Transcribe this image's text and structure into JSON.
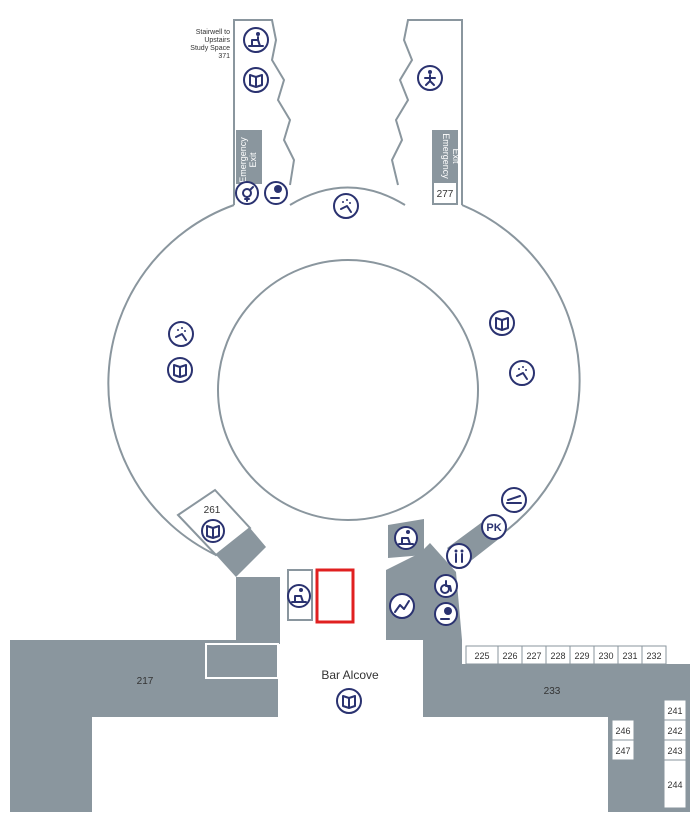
{
  "colors": {
    "wall": "#8a969e",
    "room": "#8a969e",
    "outline": "#8a969e",
    "icon": "#2a3270",
    "highlight": "#e02020"
  },
  "labels": {
    "stairwell_note": [
      "Stairwell to",
      "Upstairs",
      "Study Space",
      "371"
    ],
    "emergency_exit_left": [
      "Emergency",
      "Exit"
    ],
    "emergency_exit_right": [
      "Emergency",
      "Exit"
    ],
    "room_277": "277",
    "room_261": "261",
    "bar_alcove": "Bar Alcove",
    "room_217": "217",
    "room_233": "233",
    "parking": "PK",
    "rooms_row": [
      "225",
      "226",
      "227",
      "228",
      "229",
      "230",
      "231",
      "232"
    ],
    "rooms_col_right": [
      "241",
      "242",
      "243",
      "244"
    ],
    "rooms_col_mid": [
      "246",
      "247"
    ]
  },
  "icons": [
    "study-desk-icon",
    "book-icon",
    "reading-icon",
    "gender-neutral-restroom-icon",
    "accessible-study-icon",
    "quiet-zone-icon",
    "book-icon",
    "quiet-zone-icon",
    "quiet-zone-icon",
    "book-icon",
    "book-icon",
    "quiet-zone-icon",
    "printer-icon",
    "parking-icon",
    "restroom-icon",
    "wheelchair-icon",
    "accessible-study-icon",
    "stairs-icon",
    "study-desk-icon",
    "study-desk-icon",
    "book-icon"
  ]
}
